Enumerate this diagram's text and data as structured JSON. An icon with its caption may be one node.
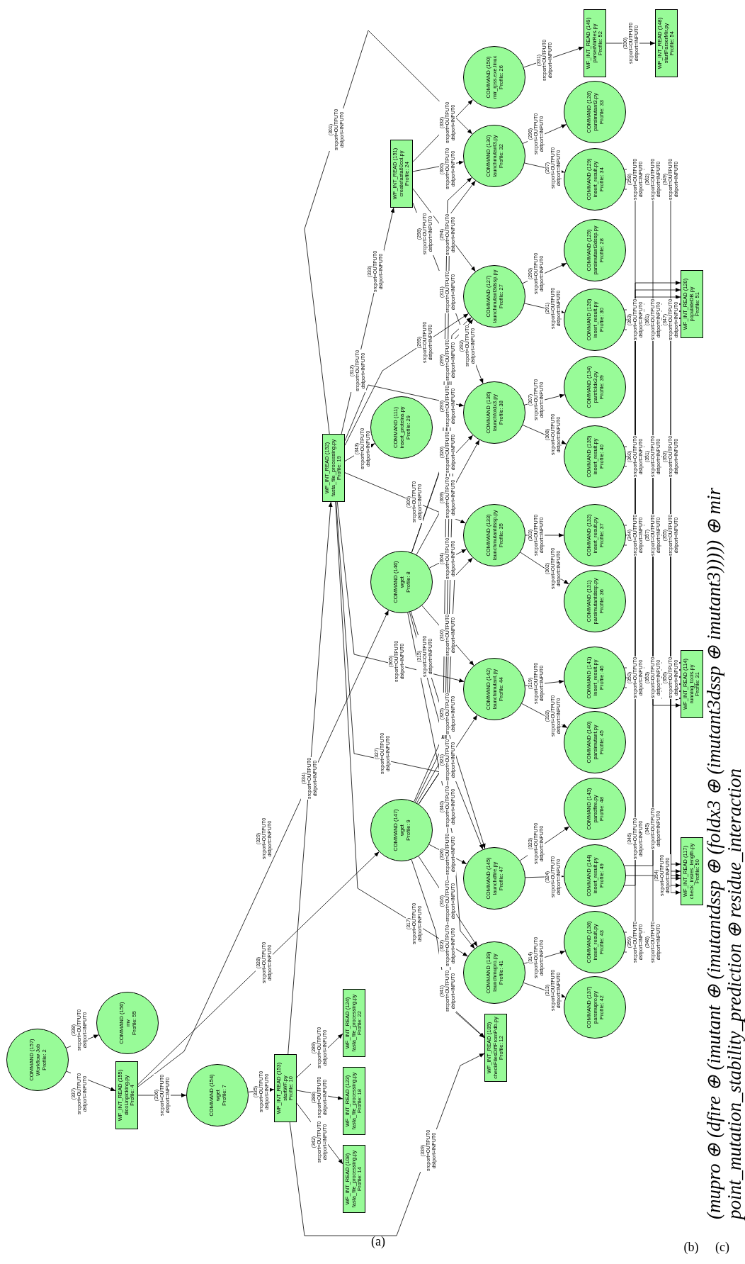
{
  "diagram": {
    "nodes": [
      {
        "text": [
          "COMMAND (157)",
          "Workflow Job",
          "Profile: 2"
        ]
      },
      {
        "text": [
          "COMMAND (156)",
          "mv",
          "Profile: 55"
        ]
      },
      {
        "text": [
          "WF_INT_READ (155)",
          "dicoUnpicking.py",
          "Profile: 4"
        ]
      },
      {
        "text": [
          "COMMAND (154)",
          "wget",
          "Profile: 7"
        ]
      },
      {
        "text": [
          "WF_INT_READ (153)",
          "startWF.py",
          "Profile: 10"
        ]
      },
      {
        "text": [
          "WF_INT_READ (108)",
          "fasta_file_processing.py",
          "Profile: 14"
        ]
      },
      {
        "text": [
          "WF_INT_READ (123)",
          "fasta_file_processing.py",
          "Profile: 18"
        ]
      },
      {
        "text": [
          "WF_INT_READ (124)",
          "fasta_file_processing.py",
          "Profile: 22"
        ]
      },
      {
        "text": [
          "COMMAND (147)",
          "wget",
          "Profile: 9"
        ]
      },
      {
        "text": [
          "COMMAND (146)",
          "wget",
          "Profile: 8"
        ]
      },
      {
        "text": [
          "WF_INT_READ (152)",
          "fasta_file_processing.py",
          "Profile: 19"
        ]
      },
      {
        "text": [
          "COMMAND (111)",
          "insert_proteins.py",
          "Profile: 29"
        ]
      },
      {
        "text": [
          "WF_INT_READ (151)",
          "createfasta60col.py",
          "Profile: 24"
        ]
      },
      {
        "text": [
          "WF_INT_READ (105)",
          "checkFilesDiffFromPdb.py",
          "Profile: 12"
        ]
      },
      {
        "text": [
          "COMMAND (139)",
          "launchmupro.py",
          "Profile: 41"
        ]
      },
      {
        "text": [
          "COMMAND (145)",
          "launchdfire.py",
          "Profile: 47"
        ]
      },
      {
        "text": [
          "COMMAND (142)",
          "launchimutant.py",
          "Profile: 44"
        ]
      },
      {
        "text": [
          "COMMAND (133)",
          "launchmutantdssp.py",
          "Profile: 35"
        ]
      },
      {
        "text": [
          "COMMAND (136)",
          "launchfoldx3.py",
          "Profile: 38"
        ]
      },
      {
        "text": [
          "COMMAND (127)",
          "launchmutant3dssp.py",
          "Profile: 27"
        ]
      },
      {
        "text": [
          "COMMAND (130)",
          "launchmutant3.py",
          "Profile: 32"
        ]
      },
      {
        "text": [
          "COMMAND (150)",
          "mir_rpss.exe.linux",
          "Profile: 26"
        ]
      },
      {
        "text": [
          "WF_INT_READ (149)",
          "parserMirRes.py",
          "Profile: 52"
        ]
      },
      {
        "text": [
          "WF_INT_READ (148)",
          "startParserMir.py",
          "Profile: 54"
        ]
      },
      {
        "text": [
          "COMMAND (128)",
          "parsimutant3.py",
          "Profile: 33"
        ]
      },
      {
        "text": [
          "COMMAND (129)",
          "insert_result.py",
          "Profile: 34"
        ]
      },
      {
        "text": [
          "COMMAND (125)",
          "parsimutant3dssp.py",
          "Profile: 28"
        ]
      },
      {
        "text": [
          "COMMAND (126)",
          "insert_result.py",
          "Profile: 30"
        ]
      },
      {
        "text": [
          "COMMAND (134)",
          "parsfoldx3.py",
          "Profile: 39"
        ]
      },
      {
        "text": [
          "COMMAND (135)",
          "insert_result.py",
          "Profile: 40"
        ]
      },
      {
        "text": [
          "COMMAND (132)",
          "insert_result.py",
          "Profile: 37"
        ]
      },
      {
        "text": [
          "COMMAND (131)",
          "parsimutantdssp.py",
          "Profile: 36"
        ]
      },
      {
        "text": [
          "COMMAND (141)",
          "insert_result.py",
          "Profile: 46"
        ]
      },
      {
        "text": [
          "COMMAND (140)",
          "parsimutant.py",
          "Profile: 45"
        ]
      },
      {
        "text": [
          "COMMAND (143)",
          "parsdfire.py",
          "Profile: 48"
        ]
      },
      {
        "text": [
          "COMMAND (144)",
          "insert_result.py",
          "Profile: 49"
        ]
      },
      {
        "text": [
          "COMMAND (138)",
          "insert_result.py",
          "Profile: 43"
        ]
      },
      {
        "text": [
          "COMMAND (137)",
          "parsmupro.py",
          "Profile: 42"
        ]
      },
      {
        "text": [
          "WF_INT_READ (120)",
          "populateDB.py",
          "Profile: 51"
        ]
      },
      {
        "text": [
          "WF_INT_READ (114)",
          "running_tools.py",
          "Profile: 31"
        ]
      },
      {
        "text": [
          "WF_INT_READ (117)",
          "check_insres_length.py",
          "Profile: 50"
        ]
      }
    ],
    "edges": [
      {
        "from": 0,
        "to": 2,
        "arrow": "to",
        "label": "(337) srcport=OUTPUT0 dstport=INPUT0"
      },
      {
        "from": 0,
        "to": 1,
        "arrow": "to",
        "label": "(338) srcport=OUTPUT0 dstport=INPUT0"
      },
      {
        "from": 2,
        "to": 3,
        "arrow": "to",
        "label": "(336) srcport=OUTPUT0 dstport=INPUT0"
      },
      {
        "from": 3,
        "to": 4,
        "arrow": "to",
        "label": "(335) srcport=OUTPUT0 dstport=INPUT0"
      },
      {
        "from": 2,
        "to": 8,
        "arrow": "to",
        "label": "(328) srcport=OUTPUT0 dstport=INPUT0"
      },
      {
        "from": 2,
        "to": 9,
        "arrow": "to",
        "label": "(329) srcport=OUTPUT0 dstport=INPUT0"
      },
      {
        "from": 4,
        "to": 5,
        "arrow": "to",
        "label": "(342) srcport=OUTPUT0 dstport=INPUT0"
      },
      {
        "from": 4,
        "to": 6,
        "arrow": "to",
        "label": "(288) srcport=OUTPUT0 dstport=INPUT0"
      },
      {
        "from": 4,
        "to": 7,
        "arrow": "to",
        "label": "(289) srcport=OUTPUT0 dstport=INPUT0"
      },
      {
        "from": 4,
        "to": 10,
        "arrow": "to",
        "label": "(334) srcport=OUTPUT0 dstport=INPUT0"
      },
      {
        "from": 4,
        "to": 13,
        "arrow": "to",
        "label": "(339) srcport=OUTPUT0 dstport=INPUT0"
      },
      {
        "from": 10,
        "to": 11,
        "arrow": "to",
        "label": "(343) srcport=OUTPUT0 dstport=INPUT0"
      },
      {
        "from": 10,
        "to": 12,
        "arrow": "to",
        "label": "(333) srcport=OUTPUT0 dstport=INPUT0"
      },
      {
        "from": 10,
        "to": 20,
        "arrow": "to",
        "label": "(301) srcport=OUTPUT0 dstport=INPUT0"
      },
      {
        "from": 10,
        "to": 19,
        "arrow": "to",
        "label": "(295) srcport=OUTPUT0 dstport=INPUT0"
      },
      {
        "from": 10,
        "to": 18,
        "arrow": "to",
        "label": "(312) srcport=OUTPUT0 dstport=INPUT0"
      },
      {
        "from": 10,
        "to": 17,
        "arrow": "to",
        "label": "(306) srcport=OUTPUT0 dstport=INPUT0"
      },
      {
        "from": 10,
        "to": 16,
        "arrow": "to",
        "label": "(305) srcport=OUTPUT0 dstport=INPUT0"
      },
      {
        "from": 10,
        "to": 15,
        "arrow": "to",
        "label": "(327) srcport=OUTPUT0 dstport=INPUT0"
      },
      {
        "from": 10,
        "to": 14,
        "arrow": "to",
        "label": "(317) srcport=OUTPUT0 dstport=INPUT0"
      },
      {
        "from": 12,
        "to": 21,
        "arrow": "to",
        "label": "(332) srcport=OUTPUT0 dstport=INPUT0"
      },
      {
        "from": 12,
        "to": 20,
        "arrow": "to",
        "label": "(300) srcport=OUTPUT0 dstport=INPUT0"
      },
      {
        "from": 12,
        "to": 19,
        "arrow": "to",
        "label": "(294) srcport=OUTPUT0 dstport=INPUT0"
      },
      {
        "from": 12,
        "to": 18,
        "arrow": "to",
        "label": "(298) srcport=OUTPUT0 dstport=INPUT0"
      },
      {
        "from": 9,
        "to": 20,
        "arrow": "to",
        "label": "(311) srcport=OUTPUT0 dstport=INPUT0"
      },
      {
        "from": 9,
        "to": 19,
        "arrow": "to",
        "label": "(292) srcport=OUTPUT0 dstport=INPUT0"
      },
      {
        "from": 9,
        "to": 18,
        "arrow": "to",
        "label": "(309) srcport=OUTPUT0 dstport=INPUT0"
      },
      {
        "from": 9,
        "to": 17,
        "arrow": "to",
        "label": "(304) srcport=OUTPUT0 dstport=INPUT0"
      },
      {
        "from": 9,
        "to": 16,
        "arrow": "to",
        "label": "(310) srcport=OUTPUT0 dstport=INPUT0"
      },
      {
        "from": 9,
        "to": 15,
        "arrow": "to",
        "label": "(315) srcport=OUTPUT0 dstport=INPUT0"
      },
      {
        "from": 9,
        "to": 14,
        "arrow": "to",
        "label": "(322) srcport=OUTPUT0 dstport=INPUT0"
      },
      {
        "from": 9,
        "to": 13,
        "arrow": "to",
        "label": "(340) srcport=OUTPUT0 dstport=INPUT0"
      },
      {
        "from": 8,
        "to": 20,
        "arrow": "to",
        "label": "(299) srcport=OUTPUT0 dstport=INPUT0"
      },
      {
        "from": 8,
        "to": 19,
        "arrow": "to",
        "label": "(293) srcport=OUTPUT0 dstport=INPUT0"
      },
      {
        "from": 8,
        "to": 18,
        "arrow": "to",
        "label": "(320) srcport=OUTPUT0 dstport=INPUT0"
      },
      {
        "from": 8,
        "to": 17,
        "arrow": "to",
        "label": "(325) srcport=OUTPUT0 dstport=INPUT0"
      },
      {
        "from": 8,
        "to": 16,
        "arrow": "to",
        "label": "(321) srcport=OUTPUT0 dstport=INPUT0"
      },
      {
        "from": 8,
        "to": 15,
        "arrow": "to",
        "label": "(326) srcport=OUTPUT0 dstport=INPUT0"
      },
      {
        "from": 8,
        "to": 14,
        "arrow": "to",
        "label": "(316) srcport=OUTPUT0 dstport=INPUT0"
      },
      {
        "from": 8,
        "to": 13,
        "arrow": "to",
        "label": "(341) srcport=OUTPUT0 dstport=INPUT0"
      },
      {
        "from": 21,
        "to": 22,
        "arrow": "to",
        "label": "(331) srcport=OUTPUT0 dstport=INPUT0"
      },
      {
        "from": 22,
        "to": 23,
        "arrow": "to",
        "label": "(330) srcport=OUTPUT0 dstport=INPUT0"
      },
      {
        "from": 20,
        "to": 24,
        "arrow": "to",
        "label": "(296) srcport=OUTPUT0 dstport=INPUT0"
      },
      {
        "from": 20,
        "to": 25,
        "arrow": "to",
        "label": "(297) srcport=OUTPUT0 dstport=INPUT0"
      },
      {
        "from": 19,
        "to": 26,
        "arrow": "to",
        "label": "(290) srcport=OUTPUT0 dstport=INPUT0"
      },
      {
        "from": 19,
        "to": 27,
        "arrow": "to",
        "label": "(291) srcport=OUTPUT0 dstport=INPUT0"
      },
      {
        "from": 18,
        "to": 28,
        "arrow": "to",
        "label": "(307) srcport=OUTPUT0 dstport=INPUT0"
      },
      {
        "from": 18,
        "to": 29,
        "arrow": "to",
        "label": "(308) srcport=OUTPUT0 dstport=INPUT0"
      },
      {
        "from": 17,
        "to": 30,
        "arrow": "to",
        "label": "(303) srcport=OUTPUT0 dstport=INPUT0"
      },
      {
        "from": 17,
        "to": 31,
        "arrow": "to",
        "label": "(302) srcport=OUTPUT0 dstport=INPUT0"
      },
      {
        "from": 16,
        "to": 32,
        "arrow": "to",
        "label": "(319) srcport=OUTPUT0 dstport=INPUT0"
      },
      {
        "from": 16,
        "to": 33,
        "arrow": "to",
        "label": "(318) srcport=OUTPUT0 dstport=INPUT0"
      },
      {
        "from": 15,
        "to": 34,
        "arrow": "to",
        "label": "(323) srcport=OUTPUT0 dstport=INPUT0"
      },
      {
        "from": 15,
        "to": 35,
        "arrow": "to",
        "label": "(324) srcport=OUTPUT0 dstport=INPUT0"
      },
      {
        "from": 14,
        "to": 36,
        "arrow": "to",
        "label": "(314) srcport=OUTPUT0 dstport=INPUT0"
      },
      {
        "from": 14,
        "to": 37,
        "arrow": "to",
        "label": "(313) srcport=OUTPUT0 dstport=INPUT0"
      },
      {
        "from": 25,
        "to": 38,
        "arrow": "to",
        "label": "(358) srcport=OUTPUT0 dstport=INPUT0"
      },
      {
        "from": 25,
        "to": 39,
        "arrow": "to",
        "label": "(362) srcport=OUTPUT0 dstport=INPUT0"
      },
      {
        "from": 25,
        "to": 40,
        "arrow": "to",
        "label": "(349) srcport=OUTPUT0 dstport=INPUT0"
      },
      {
        "from": 27,
        "to": 38,
        "arrow": "to",
        "label": "(363) srcport=OUTPUT0 dstport=INPUT0"
      },
      {
        "from": 27,
        "to": 39,
        "arrow": "to",
        "label": "(361) srcport=OUTPUT0 dstport=INPUT0"
      },
      {
        "from": 27,
        "to": 40,
        "arrow": "to",
        "label": "(347) srcport=OUTPUT0 dstport=INPUT0"
      },
      {
        "from": 29,
        "to": 38,
        "arrow": "to",
        "label": "(360) srcport=OUTPUT0 dstport=INPUT0"
      },
      {
        "from": 29,
        "to": 39,
        "arrow": "to",
        "label": "(351) srcport=OUTPUT0 dstport=INPUT0"
      },
      {
        "from": 29,
        "to": 40,
        "arrow": "to",
        "label": "(352) srcport=OUTPUT0 dstport=INPUT0"
      },
      {
        "from": 30,
        "to": 38,
        "arrow": "to",
        "label": "(344) srcport=OUTPUT0 dstport=INPUT0"
      },
      {
        "from": 30,
        "to": 39,
        "arrow": "to",
        "label": "(357) srcport=OUTPUT0 dstport=INPUT0"
      },
      {
        "from": 30,
        "to": 40,
        "arrow": "to",
        "label": "(355) srcport=OUTPUT0 dstport=INPUT0"
      },
      {
        "from": 32,
        "to": 38,
        "arrow": "to",
        "label": "(350) srcport=OUTPUT0 dstport=INPUT0"
      },
      {
        "from": 32,
        "to": 39,
        "arrow": "to",
        "label": "(353) srcport=OUTPUT0 dstport=INPUT0"
      },
      {
        "from": 32,
        "to": 40,
        "arrow": "to",
        "label": "(356) srcport=OUTPUT0 dstport=INPUT0"
      },
      {
        "from": 35,
        "to": 38,
        "arrow": "to",
        "label": "(346) srcport=OUTPUT0 dstport=INPUT0"
      },
      {
        "from": 35,
        "to": 39,
        "arrow": "to",
        "label": "(345) srcport=OUTPUT0 dstport=INPUT0"
      },
      {
        "from": 35,
        "to": 40,
        "arrow": "to",
        "label": "(354) srcport=OUTPUT0 dstport=INPUT0"
      },
      {
        "from": 36,
        "to": 38,
        "arrow": "to",
        "label": "(359) srcport=OUTPUT0 dstport=INPUT0"
      },
      {
        "from": 36,
        "to": 39,
        "arrow": "to",
        "label": "(348) srcport=OUTPUT0 dstport=INPUT0"
      }
    ],
    "labels": [
      "(a)",
      "(mupro ⊕ (dfire ⊕ (imutant ⊕ (imutantdssp ⊕ (foldx3 ⊕ (imutant3dssp ⊕ imutant3))))) ⊕ mir",
      "point_mutation_stability_prediction ⊕ residue_interaction",
      "(b)",
      "(c)"
    ]
  }
}
